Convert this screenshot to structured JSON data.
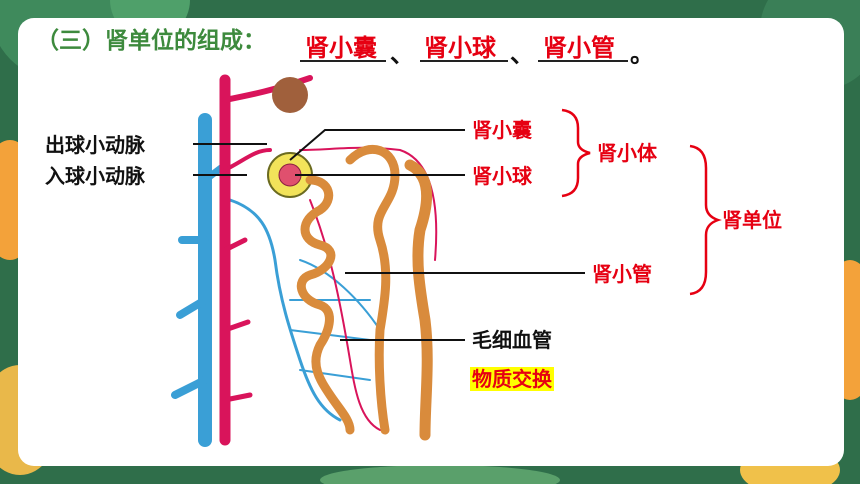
{
  "heading": {
    "prefix": "（三）肾单位的组成：",
    "answers": [
      "肾小囊",
      "肾小球",
      "肾小管"
    ],
    "separator": "、",
    "end": "。"
  },
  "left_labels": [
    "出球小动脉",
    "入球小动脉"
  ],
  "right_labels": [
    "肾小囊",
    "肾小球"
  ],
  "group_label": "肾小体",
  "tubule_label": "肾小管",
  "unit_label": "肾单位",
  "capillary_label": "毛细血管",
  "exchange_label": "物质交换",
  "colors": {
    "accent_red": "#e60012",
    "heading_green": "#3d8a3d",
    "highlight": "#ffff00"
  }
}
